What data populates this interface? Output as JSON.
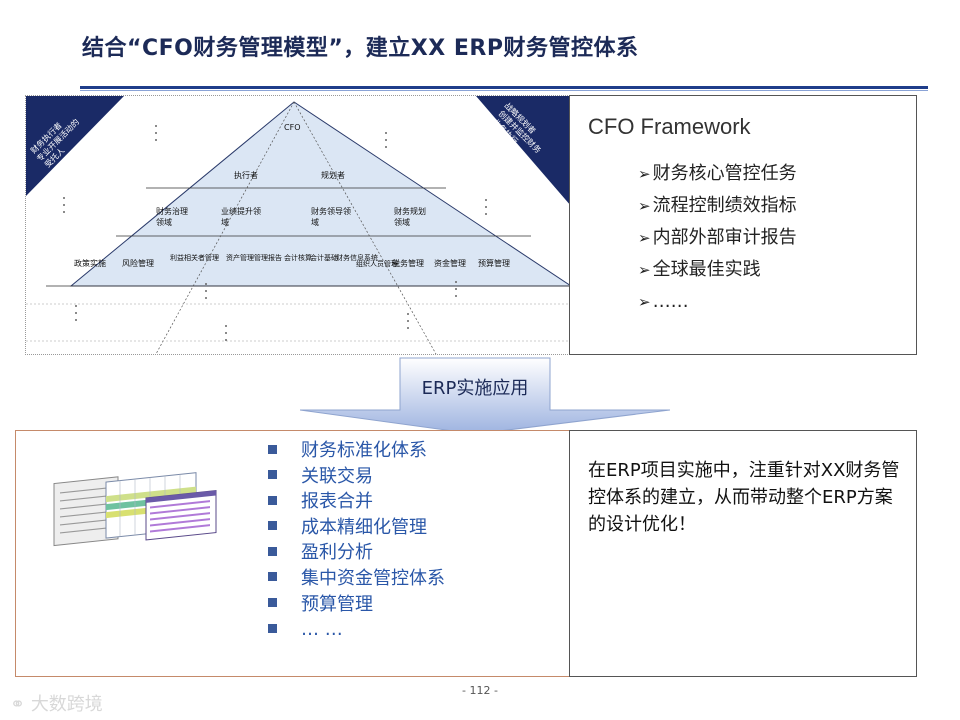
{
  "title": "结合“CFO财务管理模型”，建立XX ERP财务管控体系",
  "diagram": {
    "apex": "CFO",
    "left_corner": [
      "财务执行者",
      "专业开展活动的",
      "受托人"
    ],
    "right_corner": [
      "战略规划者",
      "创建并监控财务",
      "业务执行"
    ],
    "tier1": [
      "执行者",
      "规划者"
    ],
    "tier2": [
      [
        "财务治理",
        "领域"
      ],
      [
        "业绩提升领",
        "域"
      ],
      [
        "财务领导领",
        "域"
      ],
      [
        "财务规划",
        "领域"
      ]
    ],
    "tier3": [
      "政策实施",
      "风险管理",
      "利益相关者管理",
      "资产管理",
      "管理报告",
      "会计核算",
      "会计基础",
      "财务信息系统",
      "组织人员管理",
      "税务管理",
      "资金管理",
      "预算管理"
    ]
  },
  "framework": {
    "title": "CFO Framework",
    "items": [
      "财务核心管控任务",
      "流程控制绩效指标",
      "内部外部审计报告",
      "全球最佳实践",
      "……"
    ]
  },
  "erp_label": "ERP实施应用",
  "erp_items": [
    "财务标准化体系",
    "关联交易",
    "报表合并",
    "成本精细化管理",
    "盈利分析",
    "集中资金管控体系",
    "预算管理",
    "… …"
  ],
  "description": "在ERP项目实施中，注重针对XX财务管控体系的建立，从而带动整个ERP方案的设计优化！",
  "page_number": "- 112 -",
  "watermark": "大数跨境"
}
